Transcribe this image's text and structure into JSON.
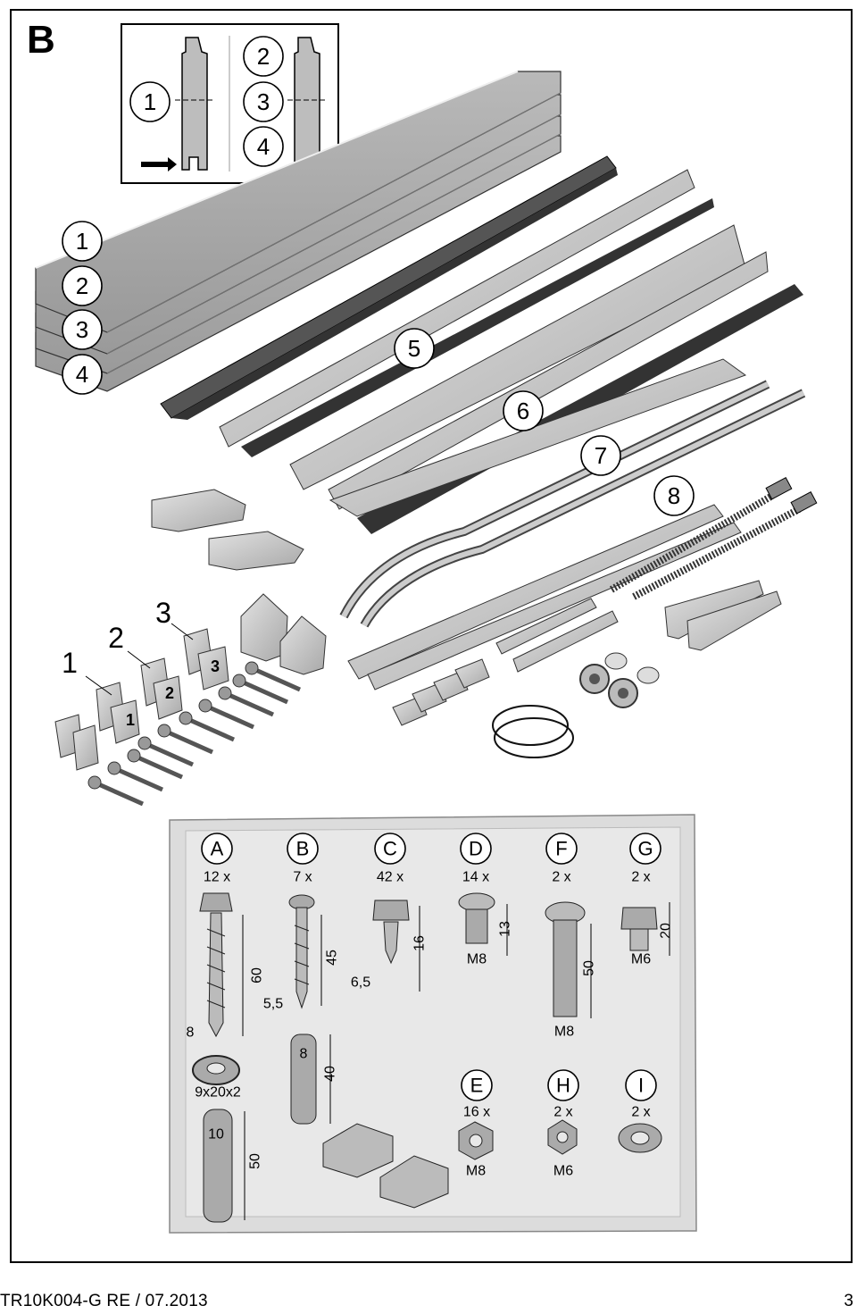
{
  "section_letter": "B",
  "inset": {
    "labels_left": [
      "1"
    ],
    "labels_right": [
      "2",
      "3",
      "4"
    ]
  },
  "panel_labels": [
    "1",
    "2",
    "3",
    "4"
  ],
  "rail_labels": [
    "5",
    "6",
    "7",
    "8"
  ],
  "bracket_labels": [
    "1",
    "2",
    "3"
  ],
  "hinge_marks": [
    "1",
    "2",
    "3"
  ],
  "hardware": {
    "A": {
      "letter": "A",
      "qty": "12 x",
      "dim_length": "60",
      "dim_dia": "8"
    },
    "B": {
      "letter": "B",
      "qty": "7 x",
      "dim_length": "45",
      "dim_dia": "5,5"
    },
    "C": {
      "letter": "C",
      "qty": "42 x",
      "dim_length": "16",
      "dim_dia": "6,5"
    },
    "D": {
      "letter": "D",
      "qty": "14 x",
      "dim_length": "13",
      "thread": "M8"
    },
    "F": {
      "letter": "F",
      "qty": "2 x",
      "dim_length": "50",
      "thread": "M8"
    },
    "G": {
      "letter": "G",
      "qty": "2 x",
      "dim_length": "20",
      "thread": "M6"
    },
    "washer": {
      "label": "9x20x2"
    },
    "dowel1": {
      "dia": "8",
      "length": "40"
    },
    "dowel2": {
      "dia": "10",
      "length": "50"
    },
    "E": {
      "letter": "E",
      "qty": "16 x",
      "thread": "M8"
    },
    "H": {
      "letter": "H",
      "qty": "2 x",
      "thread": "M6"
    },
    "I": {
      "letter": "I",
      "qty": "2 x"
    }
  },
  "footer": {
    "doc_code": "TR10K004-G  RE / 07.2013",
    "page": "3"
  }
}
